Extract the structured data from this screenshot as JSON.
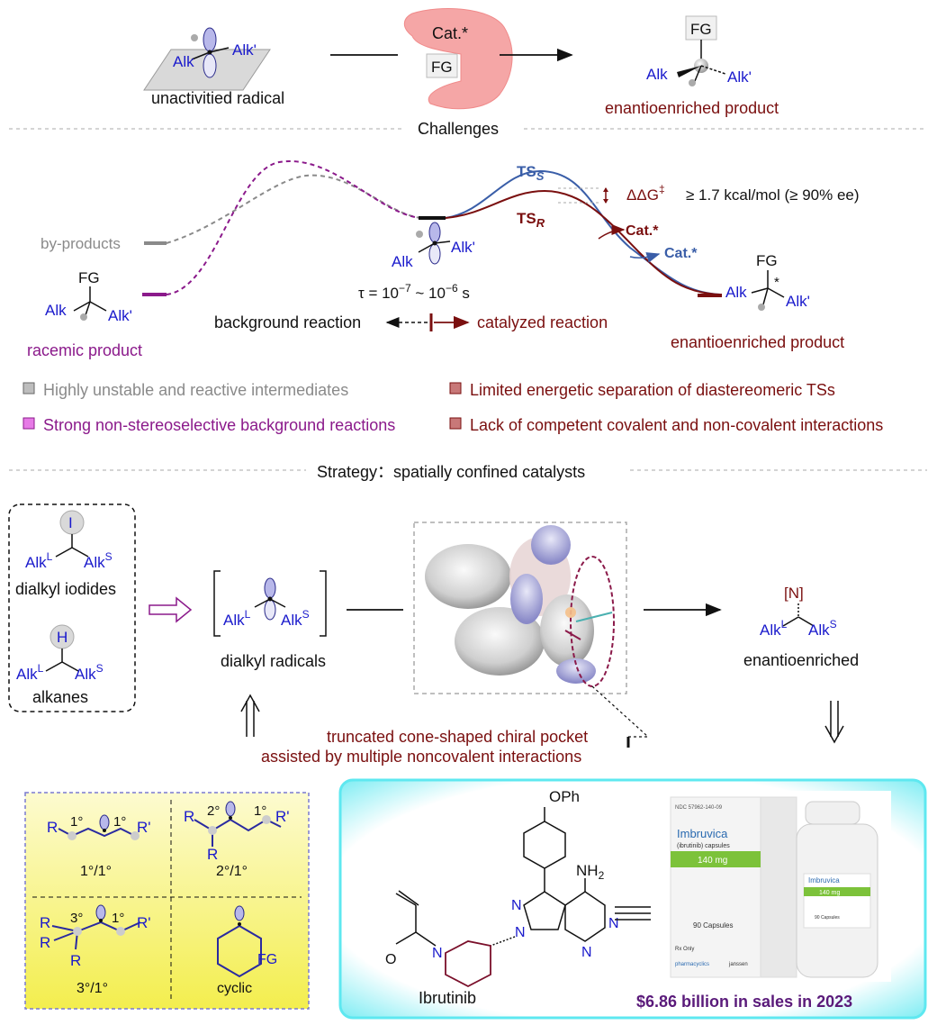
{
  "top": {
    "radical_label": "unactivitied radical",
    "alk": "Alk",
    "alk_prime": "Alk'",
    "cat": "Cat.*",
    "fg": "FG",
    "product_label": "enantioenriched product"
  },
  "challenges": {
    "title": "Challenges",
    "ts_s": "TS",
    "ts_s_sub": "S",
    "ts_r": "TS",
    "ts_r_sub": "R",
    "ddg": "ΔΔG",
    "ddg_sup": "‡",
    "ddg_value": "≥ 1.7 kcal/mol (≥ 90% ee)",
    "cat_r": "Cat.*",
    "cat_s": "Cat.*",
    "byproducts": "by-products",
    "racemic": "racemic product",
    "tau_prefix": "τ = 10",
    "tau_exp1": "−7",
    "tau_mid": " ~ 10",
    "tau_exp2": "−6",
    "tau_unit": " s",
    "background": "background reaction",
    "catalyzed": "catalyzed reaction",
    "enantio": "enantioenriched product",
    "star": "*",
    "bullets": [
      {
        "text": "Highly unstable and reactive intermediates",
        "color": "#8a8a8a"
      },
      {
        "text": "Limited energetic separation of diastereomeric TSs",
        "color": "#7a0f0f"
      },
      {
        "text": "Strong non-stereoselective background reactions",
        "color": "#8b1a8b"
      },
      {
        "text": "Lack of competent covalent and non-covalent interactions",
        "color": "#7a0f0f"
      }
    ]
  },
  "strategy": {
    "title": "Strategy：spatially confined catalysts",
    "iodide_atom": "I",
    "iodide_label": "dialkyl iodides",
    "alkane_atom": "H",
    "alkane_label": "alkanes",
    "alk": "Alk",
    "sup_l": "L",
    "sup_s": "S",
    "radicals_label": "dialkyl radicals",
    "product_atom": "[N]",
    "product_label": "enantioenriched",
    "pocket_line1": "truncated cone-shaped chiral pocket",
    "pocket_line2": "assisted by multiple noncovalent interactions"
  },
  "scope": {
    "r": "R",
    "rp": "R'",
    "fg": "FG",
    "deg1": "1°",
    "deg2": "2°",
    "deg3": "3°",
    "label_11": "1°/1°",
    "label_21": "2°/1°",
    "label_31": "3°/1°",
    "label_cyclic": "cyclic"
  },
  "drug": {
    "oph": "OPh",
    "nh2": "NH",
    "nh2_sub": "2",
    "n": "N",
    "o": "O",
    "name": "Ibrutinib",
    "sales": "$6.86 billion in sales in 2023",
    "box_ndc": "NDC 57962-140-09",
    "box_brand": "Imbruvica",
    "box_generic": "(ibrutinib) capsules",
    "box_dose": "140 mg",
    "box_caps": "90 Capsules",
    "box_rx": "Rx Only",
    "box_company": "pharmacyclics",
    "box_janssen": "janssen"
  },
  "colors": {
    "blue": "#1a1acc",
    "darkred": "#7a0f0f",
    "purple": "#8b1a8b",
    "gray": "#8a8a8a",
    "tsblue": "#3a5ea8"
  }
}
